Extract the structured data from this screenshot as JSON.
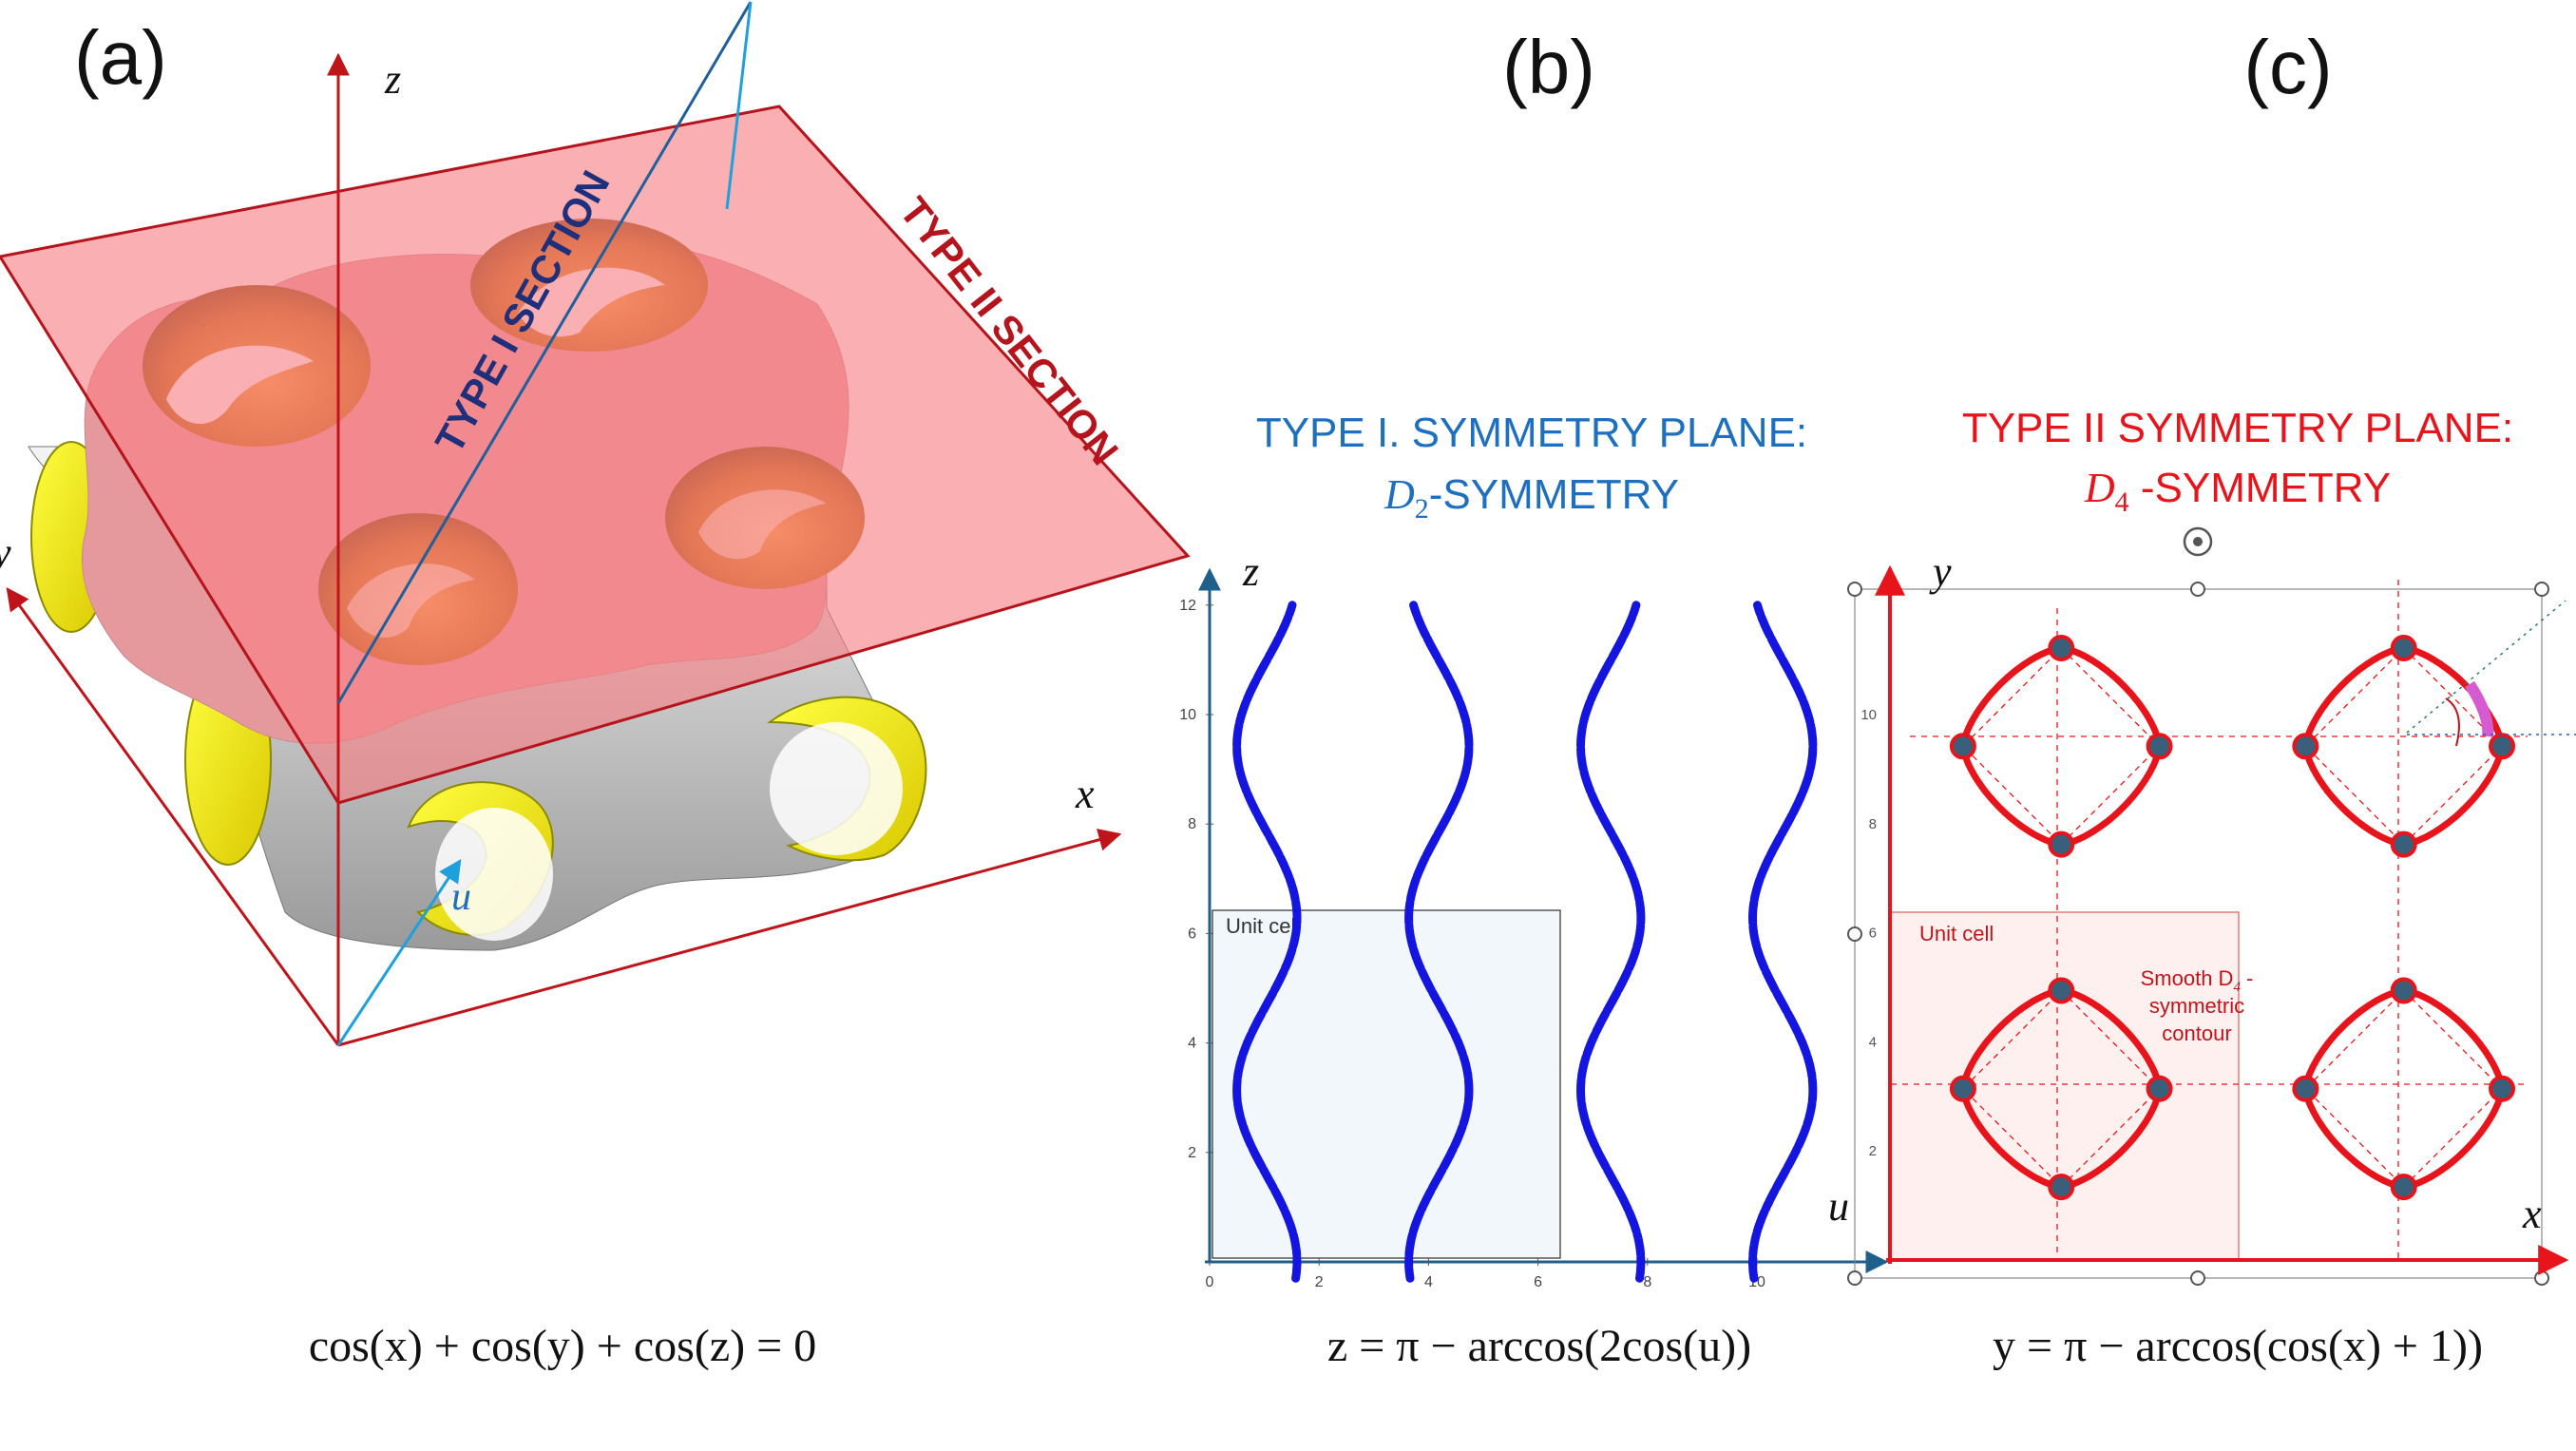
{
  "panels": {
    "a": {
      "label": "(a)",
      "axis_z": "z",
      "axis_x": "x",
      "axis_y": "y",
      "axis_u": "u",
      "type1_section": "TYPE I SECTION",
      "type2_section": "TYPE II SECTION",
      "equation": "cos(x) + cos(y) + cos(z) = 0"
    },
    "b": {
      "label": "(b)",
      "title_line1": "TYPE I.  SYMMETRY PLANE:",
      "title_line2_sym": "D",
      "title_line2_sub": "2",
      "title_line2_rest": "-SYMMETRY",
      "axis_z": "z",
      "axis_u": "u",
      "unit_cell": "Unit cell",
      "equation": "z = π − arccos(2cos(u))",
      "colors": {
        "title": "#1e6fc0",
        "curve": "#1515e0",
        "axis": "#1f5f8b"
      }
    },
    "c": {
      "label": "(c)",
      "title_line1": "TYPE II SYMMETRY PLANE:",
      "title_line2_sym": "D",
      "title_line2_sub": "4",
      "title_line2_rest": " -SYMMETRY",
      "axis_y": "y",
      "axis_x": "x",
      "unit_cell": "Unit cell",
      "annotation_line1": "Smooth D",
      "annotation_sub": "4",
      "annotation_line1_rest": " -",
      "annotation_line2": "symmetric",
      "annotation_line3": "contour",
      "equation": "y = π − arccos(cos(x) + 1))",
      "colors": {
        "title": "#e8141b",
        "curve": "#e8141b",
        "node": "#3a5f7a"
      }
    }
  },
  "chart_data": [
    {
      "type": "line",
      "panel": "b",
      "x_axis": "u",
      "y_axis": "z",
      "x_ticks": [
        "0",
        "2",
        "4",
        "6",
        "8",
        "10"
      ],
      "y_ticks": [
        "2",
        "4",
        "6",
        "8",
        "10",
        "12"
      ],
      "xlim": [
        0,
        12
      ],
      "ylim": [
        0,
        12
      ],
      "series": [
        {
          "center_u": 1.047
        },
        {
          "center_u": 4.189
        },
        {
          "center_u": 7.33
        },
        {
          "center_u": 10.472
        }
      ]
    },
    {
      "type": "line",
      "panel": "c",
      "x_axis": "x",
      "y_axis": "y",
      "y_ticks": [
        "2",
        "4",
        "6",
        "8",
        "10"
      ],
      "xlim": [
        0,
        12.56
      ],
      "ylim": [
        0,
        12
      ],
      "contours": [
        {
          "cx": 3.14,
          "cy": 3.14
        },
        {
          "cx": 9.42,
          "cy": 3.14
        },
        {
          "cx": 3.14,
          "cy": 9.42
        },
        {
          "cx": 9.42,
          "cy": 9.42
        }
      ]
    }
  ]
}
